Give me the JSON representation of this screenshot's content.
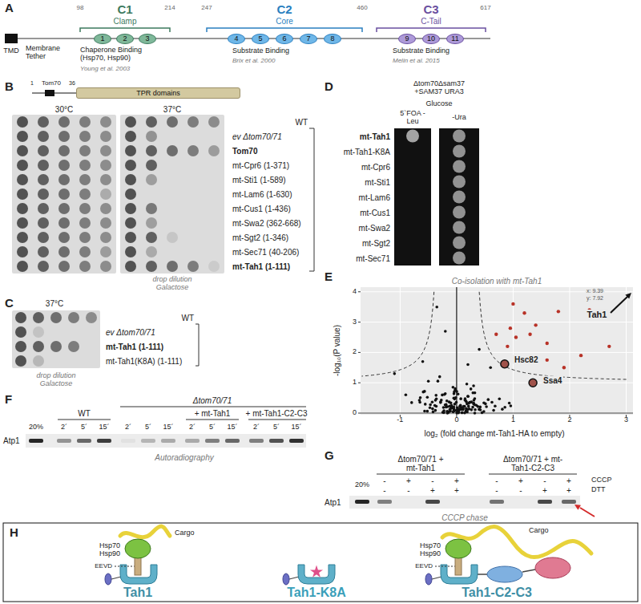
{
  "diagram": {
    "nodes": [
      {
        "text": [
          "1"
        ]
      },
      {
        "text": [
          "2"
        ]
      },
      {
        "text": [
          "3"
        ]
      },
      {
        "text": [
          "4"
        ]
      },
      {
        "text": [
          "5"
        ]
      },
      {
        "text": [
          "6"
        ]
      },
      {
        "text": [
          "7"
        ]
      },
      {
        "text": [
          "8"
        ]
      },
      {
        "text": [
          "9"
        ]
      },
      {
        "text": [
          "10"
        ]
      },
      {
        "text": [
          "11"
        ]
      },
      {
        "text": [
          "TPR domains"
        ]
      }
    ],
    "labels": [
      "A",
      "98",
      "214",
      "247",
      "460",
      "617",
      "C1",
      "Clamp",
      "C2",
      "Core",
      "C3",
      "C-Tail",
      "TMD",
      "Membrane Tether",
      "Chaperone Binding (Hsp70, Hsp90)",
      "Young et al. 2003",
      "Substrate Binding",
      "Brix et al. 2000",
      "Substrate Binding",
      "Melin et al. 2015",
      "B",
      "1",
      "Tom70",
      "36",
      "30°C",
      "37°C",
      "WT",
      "ev Δtom70/71",
      "Tom70",
      "mt-Cpr6 (1-371)",
      "mt-Sti1 (1-589)",
      "mt-Lam6 (1-630)",
      "mt-Cus1 (1-436)",
      "mt-Swa2 (362-668)",
      "mt-Sgt2 (1-346)",
      "mt-Sec71 (40-206)",
      "mt-Tah1 (1-111)",
      "drop dilution Galactose",
      "D",
      "Δtom70Δsam37 +SAM37 URA3",
      "Glucose",
      "5`FOA -Leu",
      "-Ura",
      "mt-Tah1",
      "mt-Tah1-K8A",
      "mt-Cpr6",
      "mt-Sti1",
      "mt-Lam6",
      "mt-Cus1",
      "mt-Swa2",
      "mt-Sgt2",
      "mt-Sec71",
      "C",
      "37°C",
      "WT",
      "ev Δtom70/71",
      "mt-Tah1 (1-111)",
      "mt-Tah1(K8A) (1-111)",
      "drop dilution Galactose",
      "E",
      "Co-isolation with mt-Tah1",
      "0",
      "1",
      "2",
      "3",
      "4",
      "-1",
      "0",
      "1",
      "2",
      "3",
      "-log₁₀(P value)",
      "log₂ (fold change mt-Tah1-HA to empty)",
      "Tah1",
      "x: 9.39",
      "y: 7.92",
      "Hsc82",
      "Ssa4",
      "F",
      "WT",
      "Δtom70/71",
      "+ mt-Tah1",
      "+ mt-Tah1-C2-C3",
      "20%",
      "2´",
      "5´",
      "15´",
      "2´",
      "5´",
      "15´",
      "2´",
      "5´",
      "15´",
      "2´",
      "5´",
      "15´",
      "Atp1",
      "Autoradiography",
      "G",
      "Δtom70/71 + mt-Tah1",
      "Δtom70/71 + mt-Tah1-C2-C3",
      "CCCP",
      "-",
      "+",
      "-",
      "+",
      "-",
      "+",
      "-",
      "+",
      "DTT",
      "-",
      "-",
      "+",
      "+",
      "-",
      "-",
      "+",
      "+",
      "20%",
      "Atp1",
      "CCCP chase",
      "H",
      "Cargo",
      "Hsp70 Hsp90",
      "EEVD",
      "Tah1",
      "Tah1-K8A",
      "Cargo",
      "Hsp70 Hsp90",
      "EEVD",
      "Tah1-C2-C3"
    ]
  }
}
